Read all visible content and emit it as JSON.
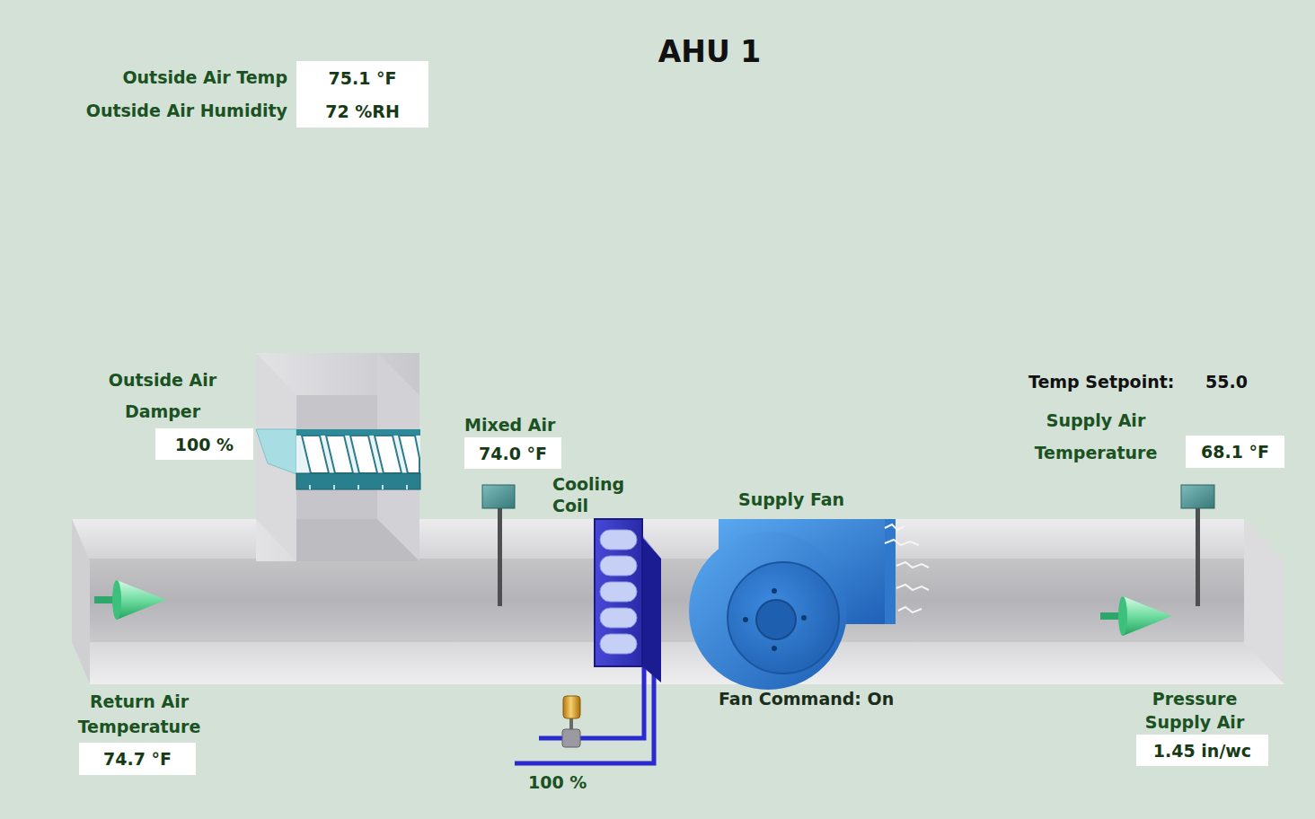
{
  "diagram": {
    "title": "AHU 1",
    "nodes": [
      {
        "text": [
          "Outside Air Temp",
          "75.1 °F"
        ]
      },
      {
        "text": [
          "Outside Air Humidity",
          "72 %RH"
        ]
      },
      {
        "text": [
          "Outside Air Damper",
          "100 %"
        ]
      },
      {
        "text": [
          "Mixed Air",
          "74.0 °F"
        ]
      },
      {
        "text": [
          "Supply Air Temperature",
          "68.1 °F"
        ]
      },
      {
        "text": [
          "Return Air Temperature",
          "74.7 °F"
        ]
      },
      {
        "text": [
          "Pressure Supply Air",
          "1.45 in/wc"
        ]
      }
    ],
    "labels": [
      "Temp Setpoint:",
      "55.0",
      "Cooling Coil",
      "Supply Fan",
      "Fan Command: On",
      "100 %"
    ]
  }
}
